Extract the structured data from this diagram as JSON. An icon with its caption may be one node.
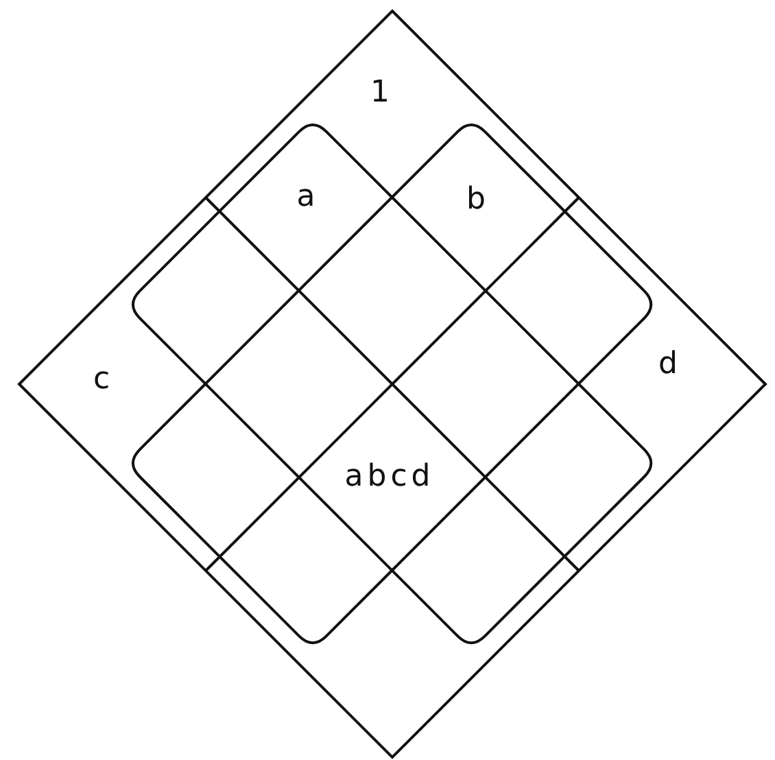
{
  "diagram": {
    "nodes": [
      {
        "text": [
          "1"
        ]
      },
      {
        "text": [
          "a"
        ],
        "in": 0
      },
      {
        "text": [
          "b"
        ],
        "in": 0
      }
    ],
    "labels": [
      "c",
      "d",
      "abcd"
    ]
  }
}
